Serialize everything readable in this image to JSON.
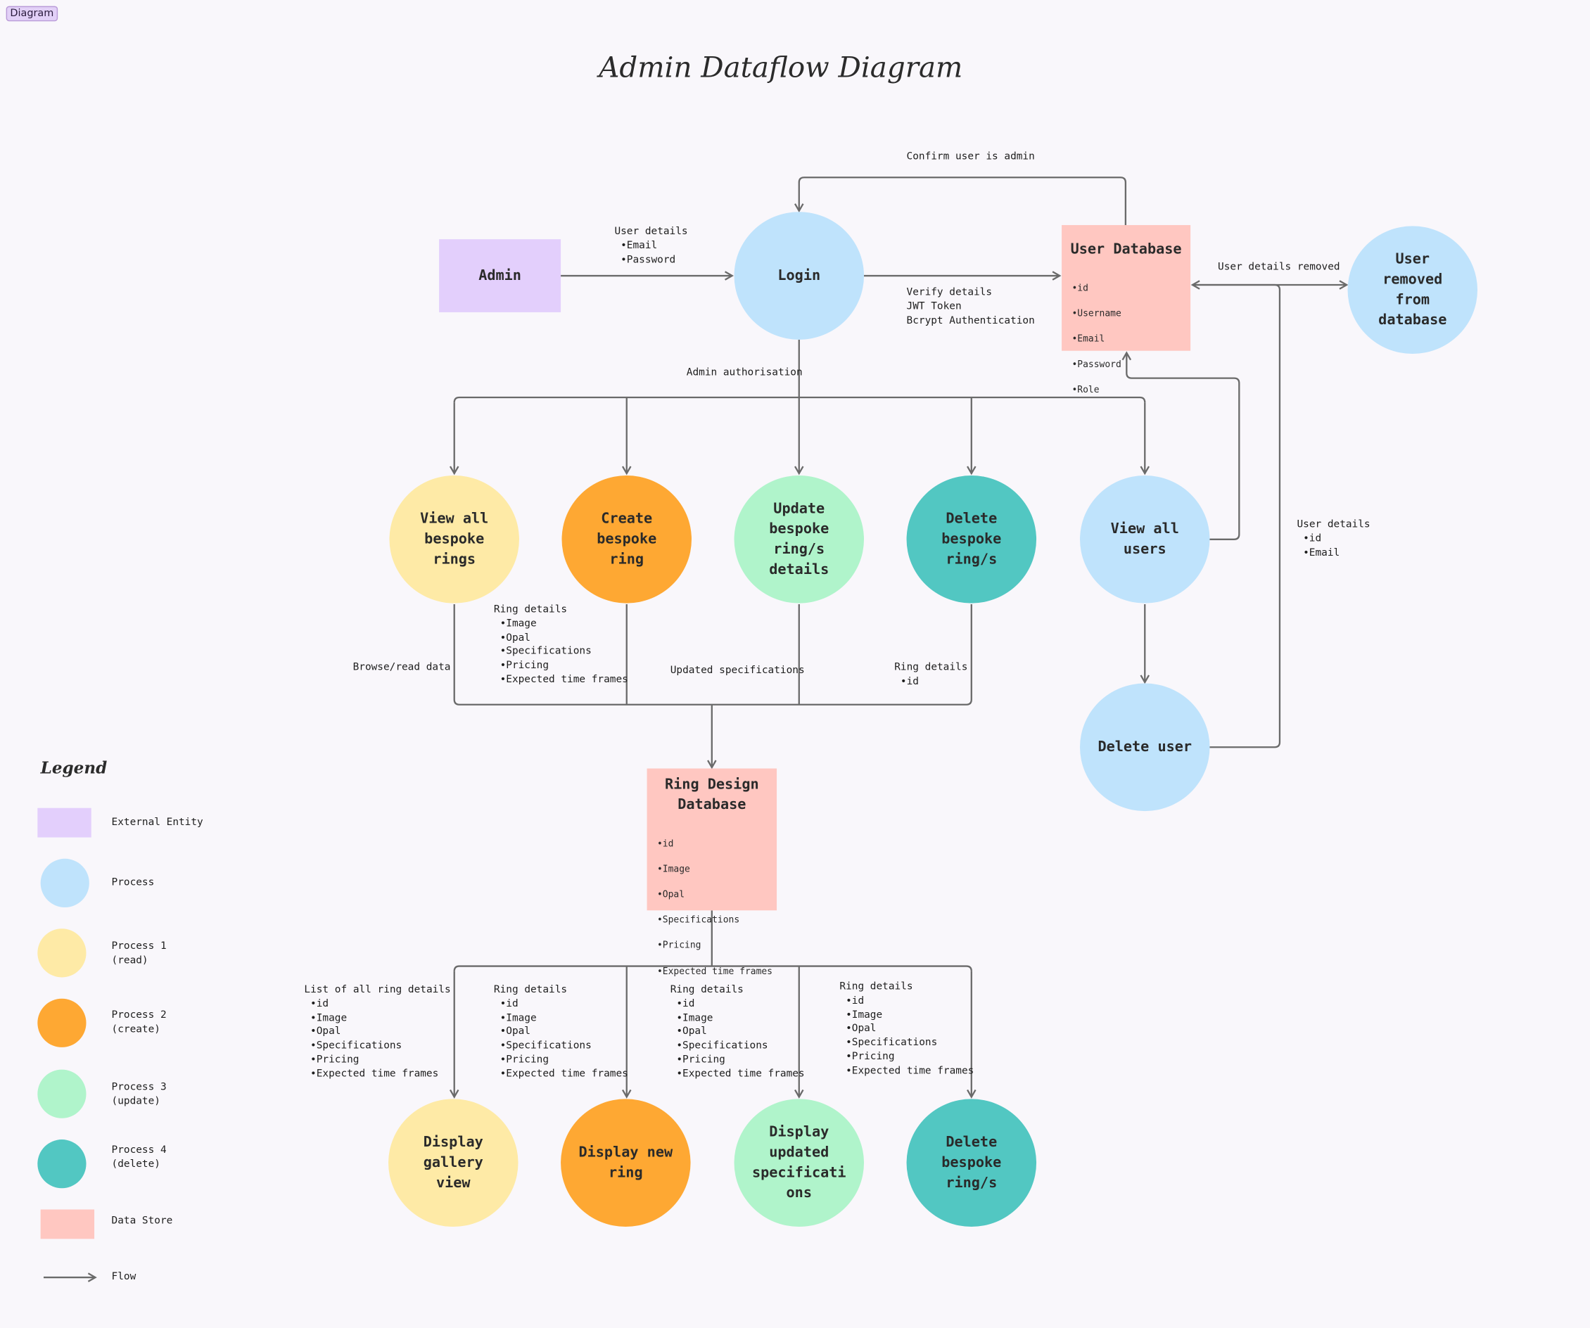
{
  "badge": "Diagram",
  "title": "Admin Dataflow Diagram",
  "colors": {
    "external": "#e3cffc",
    "process": "#bfe3fc",
    "read": "#feeaa6",
    "create": "#fea833",
    "update": "#b0f4cb",
    "delete": "#52c7c2",
    "store": "#ffc7c1",
    "line": "#6a6a6a"
  },
  "nodes": {
    "admin": "Admin",
    "login": "Login",
    "user_db": {
      "title": "User Database",
      "fields": [
        "id",
        "Username",
        "Email",
        "Password",
        "Role"
      ]
    },
    "user_removed": "User\nremoved\nfrom\ndatabase",
    "view_all_rings": "View all\nbespoke\nrings",
    "create_ring": "Create\nbespoke\nring",
    "update_ring": "Update\nbespoke\nring/s\ndetails",
    "delete_ring": "Delete\nbespoke\nring/s",
    "view_all_users": "View all\nusers",
    "delete_user": "Delete user",
    "ring_db": {
      "title": "Ring Design\nDatabase",
      "fields": [
        "id",
        "Image",
        "Opal",
        "Specifications",
        "Pricing",
        "Expected time frames"
      ]
    },
    "display_gallery": "Display\ngallery\nview",
    "display_new": "Display new\nring",
    "display_updated": "Display\nupdated\nspecificati\nons",
    "delete_ring_out": "Delete\nbespoke\nring/s"
  },
  "flows": {
    "user_details": {
      "title": "User details",
      "items": [
        "Email",
        "Password"
      ]
    },
    "confirm_admin": "Confirm user is admin",
    "verify": [
      "Verify details",
      "JWT Token",
      "Bcrypt Authentication"
    ],
    "user_details_removed": "User details removed",
    "admin_auth": "Admin authorisation",
    "user_details_id": {
      "title": "User details",
      "items": [
        "id",
        "Email"
      ]
    },
    "browse": "Browse/read data",
    "ring_details_create": {
      "title": "Ring details",
      "items": [
        "Image",
        "Opal",
        "Specifications",
        "Pricing",
        "Expected time frames"
      ]
    },
    "updated_specs": "Updated specifications",
    "ring_details_id": {
      "title": "Ring details",
      "items": [
        "id"
      ]
    },
    "list_all": {
      "title": "List of all ring details",
      "items": [
        "id",
        "Image",
        "Opal",
        "Specifications",
        "Pricing",
        "Expected time frames"
      ]
    },
    "ring_details_out1": {
      "title": "Ring details",
      "items": [
        "id",
        "Image",
        "Opal",
        "Specifications",
        "Pricing",
        "Expected time frames"
      ]
    },
    "ring_details_out2": {
      "title": "Ring details",
      "items": [
        "id",
        "Image",
        "Opal",
        "Specifications",
        "Pricing",
        "Expected time frames"
      ]
    },
    "ring_details_out3": {
      "title": "Ring details",
      "items": [
        "id",
        "Image",
        "Opal",
        "Specifications",
        "Pricing",
        "Expected time frames"
      ]
    }
  },
  "legend": {
    "title": "Legend",
    "items": [
      {
        "key": "external",
        "label": "External Entity"
      },
      {
        "key": "process",
        "label": "Process"
      },
      {
        "key": "read",
        "label": "Process 1\n(read)"
      },
      {
        "key": "create",
        "label": "Process 2\n(create)"
      },
      {
        "key": "update",
        "label": "Process 3\n(update)"
      },
      {
        "key": "delete",
        "label": "Process 4\n(delete)"
      },
      {
        "key": "store",
        "label": "Data Store"
      },
      {
        "key": "flow",
        "label": "Flow"
      }
    ]
  }
}
